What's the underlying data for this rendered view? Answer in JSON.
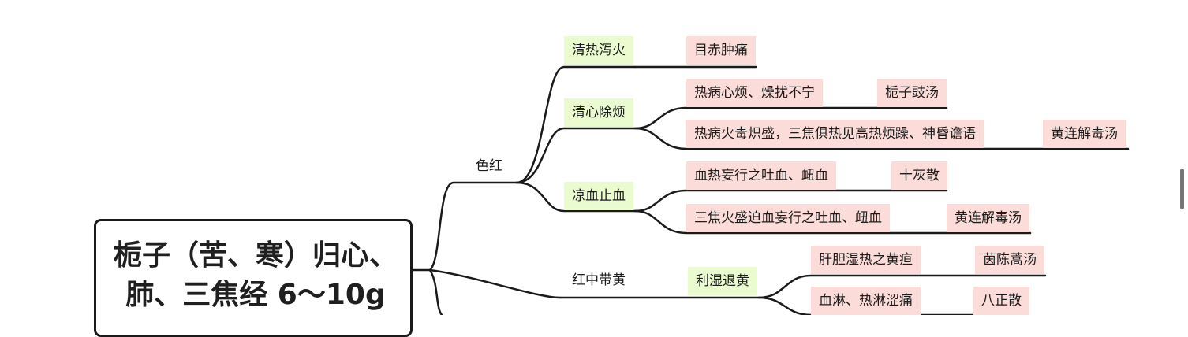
{
  "root": {
    "line1": "栀子（苦、寒）归心、",
    "line2": "肺、三焦经  6～10g"
  },
  "branches": {
    "se_hong": "色红",
    "qing_re_xie_huo": "清热泻火",
    "mu_chi_zhong_tong": "目赤肿痛",
    "qing_xin_chu_fan": "清心除烦",
    "re_bing_xin_fan": "热病心烦、燥扰不宁",
    "zhi_zi_chi_tang": "栀子豉汤",
    "re_bing_huo_du": "热病火毒炽盛，三焦俱热见高热烦躁、神昏谵语",
    "huang_lian_1": "黄连解毒汤",
    "liang_xue_zhi_xue": "凉血止血",
    "xue_re_wang_xing": "血热妄行之吐血、衄血",
    "shi_hui_san": "十灰散",
    "san_jiao_huo_sheng": "三焦火盛迫血妄行之吐血、衄血",
    "huang_lian_2": "黄连解毒汤",
    "hong_zhong_dai_huang": "红中带黄",
    "li_shi_tui_huang": "利湿退黄",
    "gan_dan_shi_re": "肝胆湿热之黄疸",
    "yin_chen_hao_tang": "茵陈蒿汤",
    "xue_lin": "血淋、热淋涩痛",
    "ba_zheng_san": "八正散"
  },
  "colors": {
    "line": "#1a1a1a",
    "green_tag": "#eafbd0",
    "pink_tag": "#fbdcd8"
  }
}
